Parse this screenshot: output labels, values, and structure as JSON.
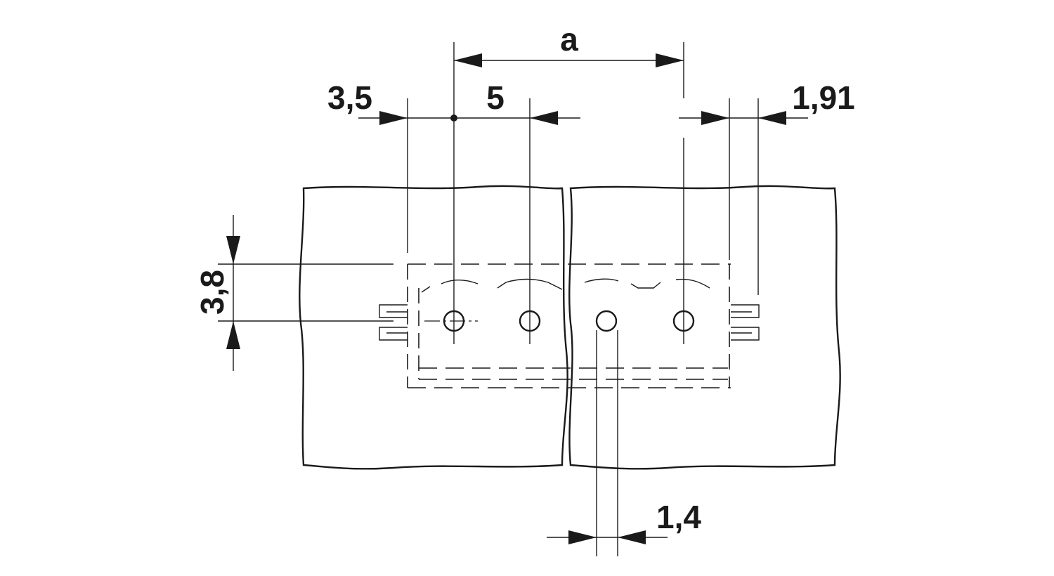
{
  "dimensions": {
    "pitch_total": "a",
    "edge_offset": "3,5",
    "pitch": "5",
    "row_offset": "3,8",
    "end_offset": "1,91",
    "hole_diameter": "1,4"
  }
}
